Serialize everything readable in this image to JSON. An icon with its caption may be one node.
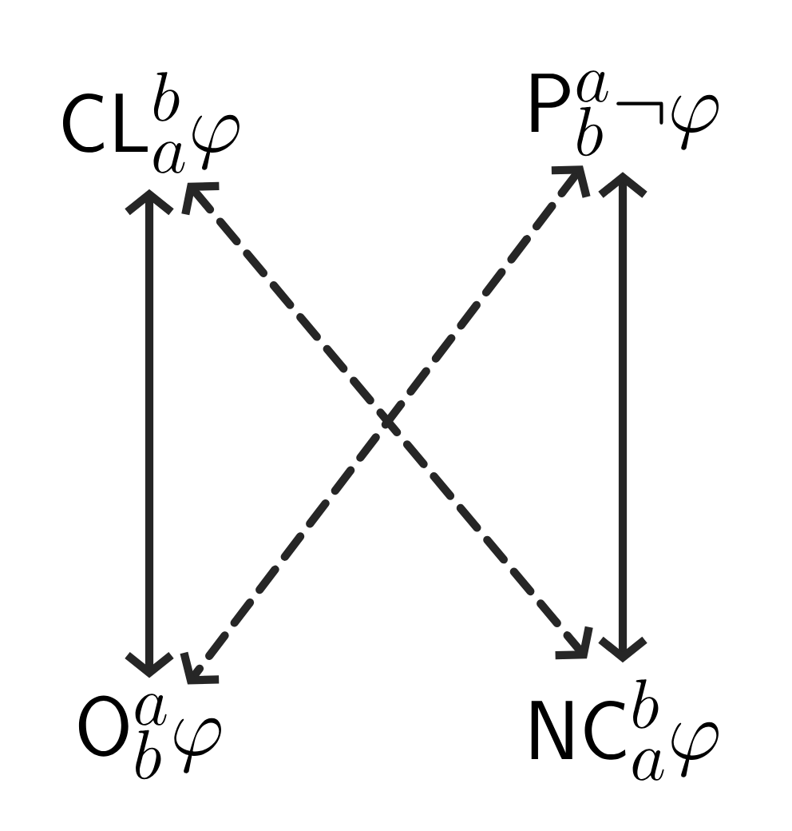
{
  "diagram": {
    "nodes": [
      {
        "text": [
          "\\mathsf{CL}^{b}_{a}\\varphi"
        ]
      },
      {
        "text": [
          "\\mathsf{P}^{a}_{b}\\neg\\varphi"
        ]
      },
      {
        "text": [
          "\\mathsf{O}^{a}_{b}\\varphi"
        ]
      },
      {
        "text": [
          "\\mathsf{NC}^{b}_{a}\\varphi"
        ]
      }
    ],
    "edges": [
      {
        "from": 0,
        "to": 2,
        "arrow": "both"
      },
      {
        "from": 1,
        "to": 3,
        "arrow": "both"
      },
      {
        "from": 0,
        "to": 3,
        "arrow": "both",
        "style": "dashed"
      },
      {
        "from": 1,
        "to": 2,
        "arrow": "both",
        "style": "dashed"
      }
    ]
  }
}
